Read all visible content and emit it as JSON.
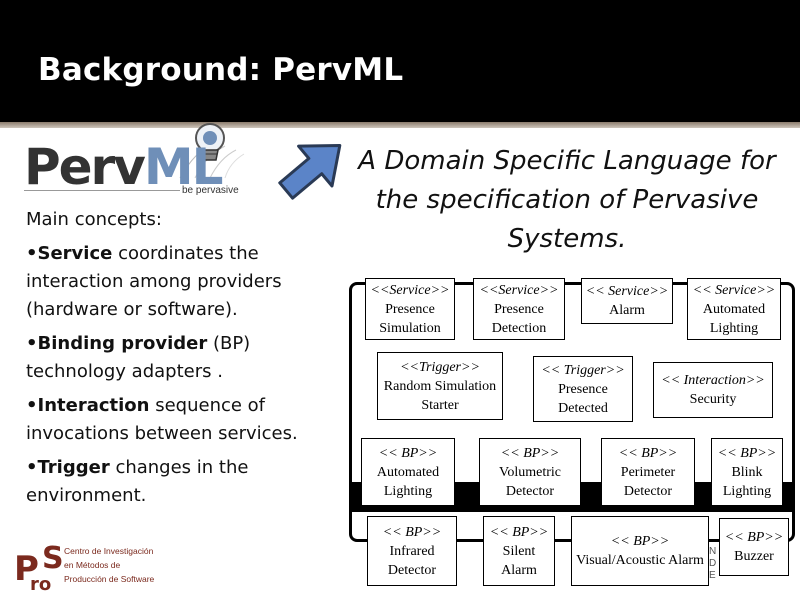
{
  "header": {
    "title": "Background: PervML"
  },
  "logo": {
    "word_perv": "Perv",
    "word_ml": "ML",
    "tagline": "be pervasive"
  },
  "subtitle": "A Domain Specific Language for the specification of Pervasive Systems.",
  "left_text": {
    "intro": "Main concepts:",
    "bullets": [
      {
        "term": "•Service",
        "desc": " coordinates the interaction among providers (hardware or software)."
      },
      {
        "term": "•Binding provider",
        "desc": " (BP) technology adapters ."
      },
      {
        "term": "•Interaction",
        "desc": " sequence of invocations between services."
      },
      {
        "term": "•Trigger",
        "desc": " changes in the environment."
      }
    ]
  },
  "pros_logo": {
    "letters": "ProS",
    "lines": [
      "Centro de Investigación",
      "en Métodos de",
      "Producción de Software"
    ]
  },
  "diagram": {
    "services": [
      {
        "stereotype": "<<Service>>",
        "name": "Presence Simulation"
      },
      {
        "stereotype": "<<Service>>",
        "name": "Presence Detection"
      },
      {
        "stereotype": "<< Service>>",
        "name": "Alarm"
      },
      {
        "stereotype": "<< Service>>",
        "name": "Automated Lighting"
      }
    ],
    "triggers": [
      {
        "stereotype": "<<Trigger>>",
        "name": "Random Simulation Starter"
      },
      {
        "stereotype": "<< Trigger>>",
        "name": "Presence Detected"
      }
    ],
    "interactions": [
      {
        "stereotype": "<< Interaction>>",
        "name": "Security"
      }
    ],
    "binding_providers": [
      {
        "stereotype": "<< BP>>",
        "name": "Automated Lighting"
      },
      {
        "stereotype": "<< BP>>",
        "name": "Volumetric Detector"
      },
      {
        "stereotype": "<< BP>>",
        "name": "Perimeter Detector"
      },
      {
        "stereotype": "<< BP>>",
        "name": "Blink Lighting"
      },
      {
        "stereotype": "<< BP>>",
        "name": "Infrared Detector"
      },
      {
        "stereotype": "<< BP>>",
        "name": "Silent Alarm"
      },
      {
        "stereotype": "<< BP>>",
        "name": "Visual/Acoustic Alarm"
      },
      {
        "stereotype": "<< BP>>",
        "name": "Buzzer"
      }
    ],
    "cut_letters": "N\nD\nE"
  },
  "colors": {
    "header_bg": "#000000",
    "logo_accent": "#6f8fb8",
    "pros_red": "#7b2a1e"
  }
}
